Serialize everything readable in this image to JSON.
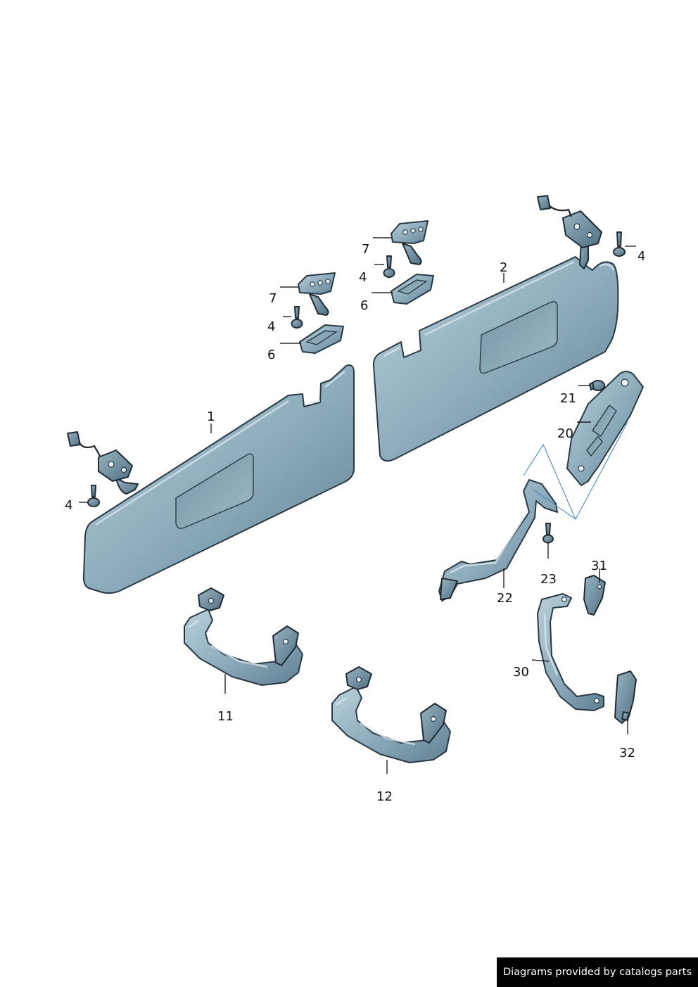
{
  "callouts": {
    "c1": "1",
    "c2": "2",
    "c4a": "4",
    "c4b": "4",
    "c4c": "4",
    "c4d": "4",
    "c6a": "6",
    "c6b": "6",
    "c7a": "7",
    "c7b": "7",
    "c11": "11",
    "c12": "12",
    "c20": "20",
    "c21": "21",
    "c22": "22",
    "c23": "23",
    "c30": "30",
    "c31": "31",
    "c32": "32"
  },
  "footer": {
    "credit": "Diagrams provided by catalogs parts"
  },
  "colors": {
    "part_light": "#a9c3d0",
    "part_dark": "#6e8fa0",
    "outline": "#2a3a44",
    "guide": "#3b7fb8",
    "banner_bg": "#000000"
  }
}
